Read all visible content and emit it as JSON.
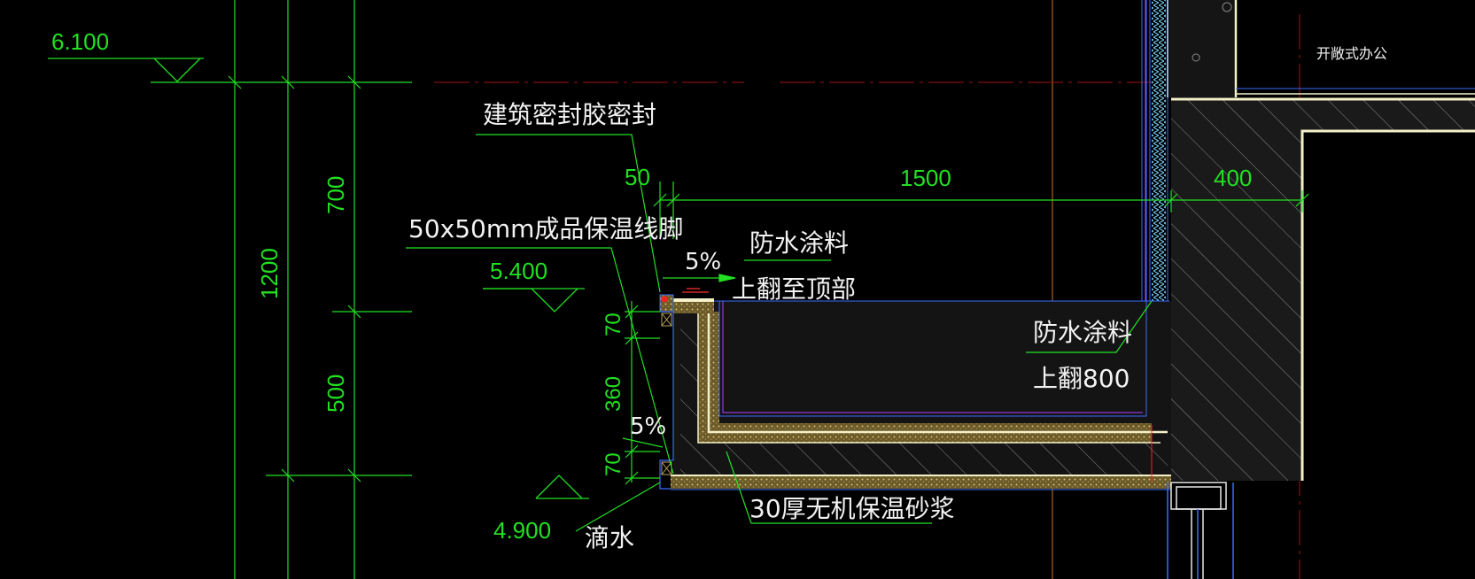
{
  "colors": {
    "background": "#000000",
    "annotation_green": "#22e022",
    "text_white": "#f2f2f2",
    "dim_green": "#1fd11f",
    "wall_edge": "#f4f0c8",
    "insulation": "#b8a25a",
    "waterproof_blue": "#3a6cff",
    "waterproof_magenta": "#b040ff",
    "axis_orange": "#c87820",
    "axis_red": "#a01010",
    "concrete_fill": "#202020",
    "hatch": "#8a8a8a"
  },
  "labels": {
    "sealant": "建筑密封胶密封",
    "insulation_skirting": "50x50mm成品保温线脚",
    "waterproof_top": "防水涂料",
    "waterproof_top_note": "上翻至顶部",
    "waterproof_right": "防水涂料",
    "waterproof_right_note": "上翻800",
    "mortar": "30厚无机保温砂浆",
    "drip": "滴水",
    "room": "开敞式办公",
    "slope_top": "5%",
    "slope_side": "5%"
  },
  "elevations": {
    "top": "6.100",
    "middle": "5.400",
    "bottom": "4.900"
  },
  "dimensions": {
    "d700": "700",
    "d1200": "1200",
    "d500": "500",
    "d50": "50",
    "d1500": "1500",
    "d400": "400",
    "d70_top": "70",
    "d360": "360",
    "d70_bottom": "70"
  }
}
